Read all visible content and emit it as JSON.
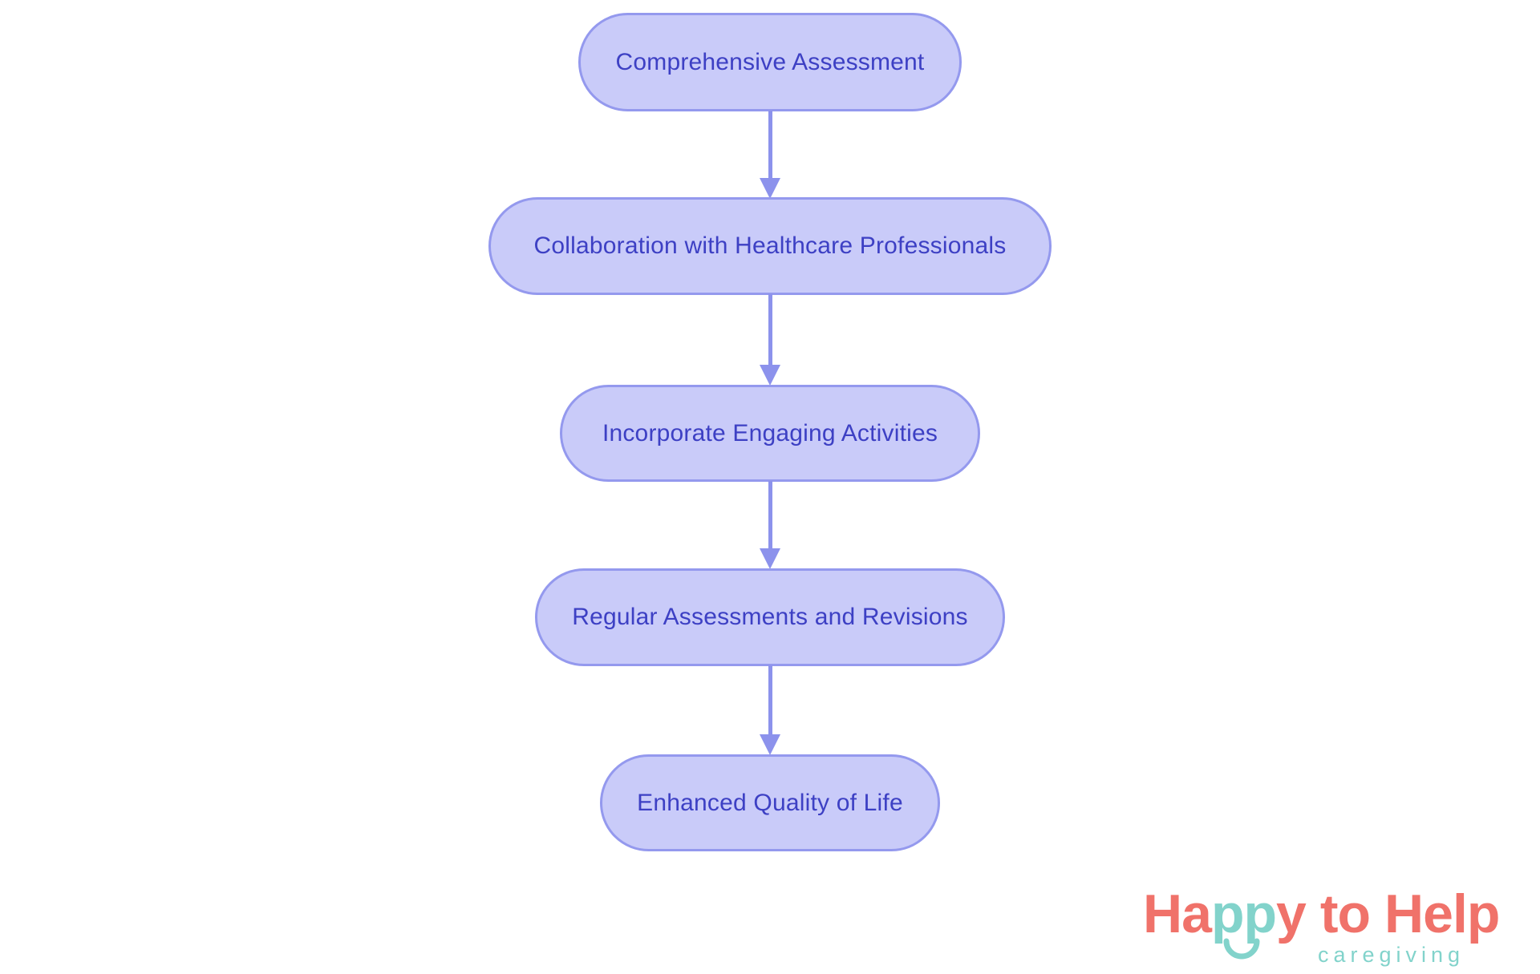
{
  "colors": {
    "page_bg": "#ffffff",
    "node_fill": "#c9cbf9",
    "node_border": "#9499ee",
    "node_text": "#3d40c4",
    "arrow": "#8c92ec",
    "logo_coral": "#f0726a",
    "logo_teal": "#82d3cb"
  },
  "flowchart": {
    "type": "flowchart",
    "direction": "top-down",
    "nodes": [
      {
        "id": "comprehensive-assessment",
        "label": "Comprehensive Assessment"
      },
      {
        "id": "collaboration-healthcare-professionals",
        "label": "Collaboration with Healthcare Professionals"
      },
      {
        "id": "incorporate-engaging-activities",
        "label": "Incorporate Engaging Activities"
      },
      {
        "id": "regular-assessments-revisions",
        "label": "Regular Assessments and Revisions"
      },
      {
        "id": "enhanced-quality-of-life",
        "label": "Enhanced Quality of Life"
      }
    ],
    "edges": [
      {
        "from": "comprehensive-assessment",
        "to": "collaboration-healthcare-professionals"
      },
      {
        "from": "collaboration-healthcare-professionals",
        "to": "incorporate-engaging-activities"
      },
      {
        "from": "incorporate-engaging-activities",
        "to": "regular-assessments-revisions"
      },
      {
        "from": "regular-assessments-revisions",
        "to": "enhanced-quality-of-life"
      }
    ]
  },
  "logo": {
    "brand_full": "Happy to Help",
    "happy_part1": "Ha",
    "happy_part2_teal": "pp",
    "happy_part3": "y",
    "word_to": "to",
    "word_help": "Help",
    "tagline": "caregiving"
  }
}
